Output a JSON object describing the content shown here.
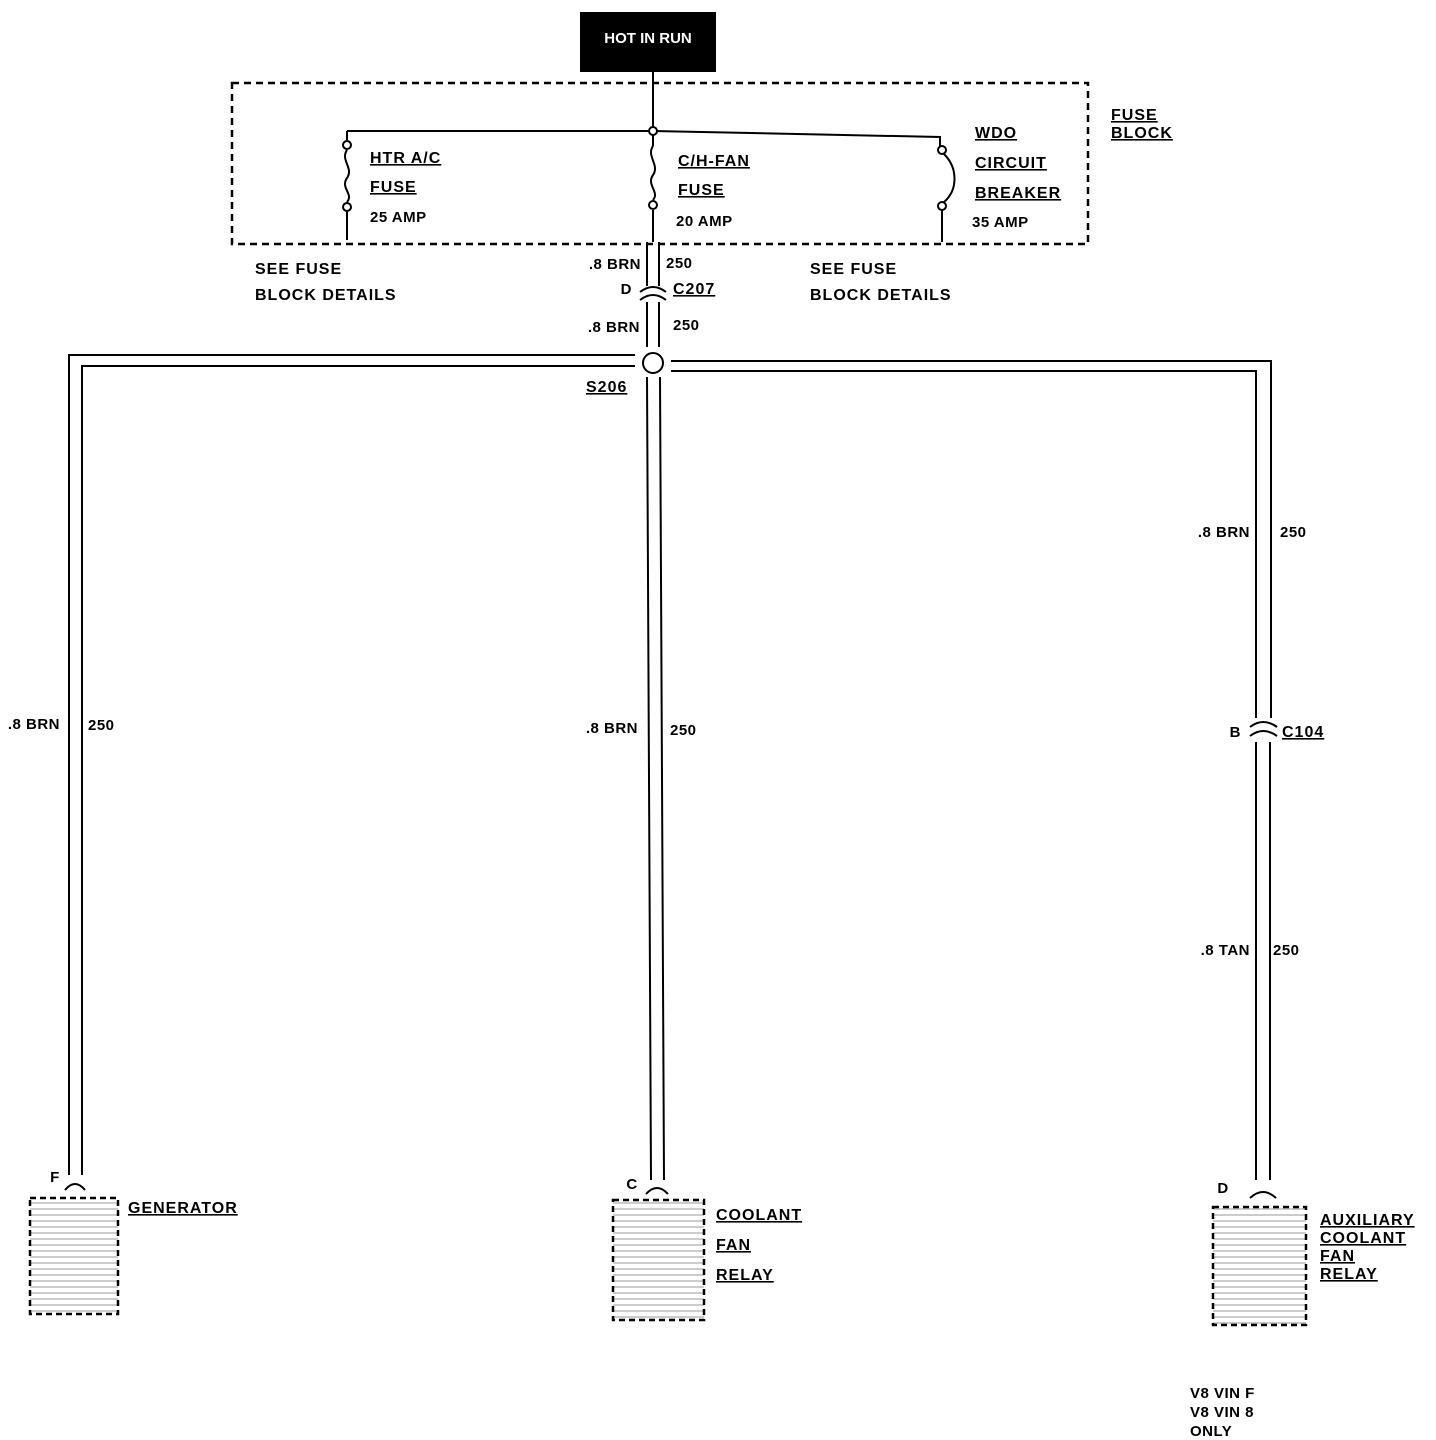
{
  "power": {
    "label": "HOT IN RUN"
  },
  "fuse_block": {
    "label_line1": "FUSE",
    "label_line2": "BLOCK",
    "htr": {
      "l1": "HTR A/C",
      "l2": "FUSE",
      "rating": "25 AMP"
    },
    "chfan": {
      "l1": "C/H-FAN",
      "l2": "FUSE",
      "rating": "20 AMP"
    },
    "wdo": {
      "l1": "WDO",
      "l2": "CIRCUIT",
      "l3": "BREAKER",
      "rating": "35 AMP"
    },
    "see_left_1": "SEE FUSE",
    "see_left_2": "BLOCK DETAILS",
    "see_right_1": "SEE FUSE",
    "see_right_2": "BLOCK DETAILS"
  },
  "wires": {
    "w1": {
      "color": ".8 BRN",
      "circuit": "250"
    },
    "c207": {
      "pin": "D",
      "name": "C207"
    },
    "w2": {
      "color": ".8 BRN",
      "circuit": "250"
    },
    "splice": "S206",
    "left": {
      "color": ".8 BRN",
      "circuit": "250"
    },
    "center": {
      "color": ".8 BRN",
      "circuit": "250"
    },
    "right_top": {
      "color": ".8 BRN",
      "circuit": "250"
    },
    "c104": {
      "pin": "B",
      "name": "C104"
    },
    "right_bottom": {
      "color": ".8 TAN",
      "circuit": "250"
    }
  },
  "components": {
    "generator": {
      "pin": "F",
      "name": "GENERATOR"
    },
    "coolant": {
      "pin": "C",
      "l1": "COOLANT",
      "l2": "FAN",
      "l3": "RELAY"
    },
    "aux": {
      "pin": "D",
      "l1": "AUXILIARY",
      "l2": "COOLANT",
      "l3": "FAN",
      "l4": "RELAY"
    }
  },
  "note": {
    "l1": "V8 VIN F",
    "l2": "V8 VIN 8",
    "l3": "ONLY"
  }
}
